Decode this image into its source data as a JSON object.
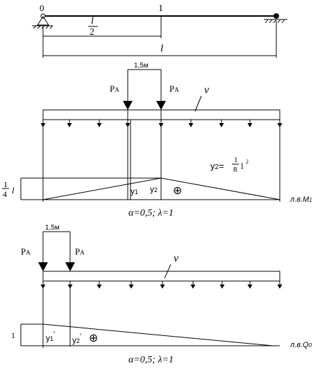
{
  "beam": {
    "support_left_label": "0",
    "midpoint_label": "1",
    "half_numerator": "l",
    "half_denominator": "2",
    "span_label": "l"
  },
  "loads": {
    "spacing_label": "1,5м",
    "force_label": "P",
    "force_subscript": "A",
    "distributed_label": "ν"
  },
  "influence_m1": {
    "ordinate_y2_label": "y",
    "ordinate_y2_sub": "2",
    "ordinate_y2_formula_eq": "=",
    "ordinate_y2_formula_num": "1",
    "ordinate_y2_formula_den": "8",
    "ordinate_y2_formula_tail": "l",
    "ordinate_y2_formula_exp": "2",
    "ordinate_y1_label": "y",
    "ordinate_y1_sub": "1",
    "height_num": "1",
    "height_den": "4",
    "height_var": "l",
    "sign": "⊕",
    "line_name_prefix": "л.в.M",
    "line_name_sub": "1",
    "params": "α=0,5;  λ=1"
  },
  "influence_q0": {
    "ordinate_y1_label": "y",
    "ordinate_y1_sub": "1",
    "ordinate_y1_prime": "'",
    "ordinate_y2_label": "y",
    "ordinate_y2_sub": "2",
    "ordinate_y2_prime": "'",
    "height_label": "1",
    "sign": "⊕",
    "line_name_prefix": "л.в.Q",
    "line_name_sub": "0",
    "params": "α=0,5;  λ=1"
  }
}
